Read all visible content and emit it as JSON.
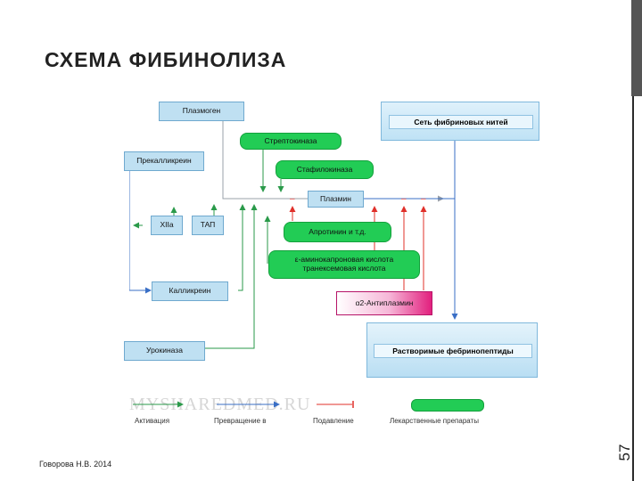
{
  "slide": {
    "title": "СХЕМА ФИБИНОЛИЗА",
    "author": "Говорова Н.В. 2014",
    "page_number": "57"
  },
  "diagram": {
    "nodes": {
      "plasminogen": "Плазмоген",
      "fibrin_net": "Сеть фибриновых нитей",
      "streptokinase": "Стрептокиназа",
      "prekallikrein": "Прекалликреин",
      "staphylokinase": "Стафилокиназа",
      "plasmin": "Плазмин",
      "xiia": "XIIa",
      "tap": "ТАП",
      "aprotinin": "Апротинин и т.д.",
      "aminocaproic_line1": "ε-аминокапроновая кислота",
      "aminocaproic_line2": "транексемовая кислота",
      "kallikrein": "Калликреин",
      "antiplasmin": "α2-Антиплазмин",
      "urokinase": "Урокиназа",
      "fibrin_peptides": "Растворимые фебринопептиды"
    },
    "inhibition_marks": [
      "–",
      "–",
      "–"
    ],
    "legend": {
      "activation": "Активация",
      "conversion": "Превращение в",
      "suppression": "Подавление",
      "drugs": "Лекарственные препараты"
    },
    "watermark": "MYSHAREDMED.RU",
    "colors": {
      "activation": "#2a9a4a",
      "conversion": "#3a6fc6",
      "suppression": "#e0302a",
      "drug": "#22cc55",
      "protein_box": "#bfe0f2",
      "antiplasmin": "#e2207e"
    }
  }
}
